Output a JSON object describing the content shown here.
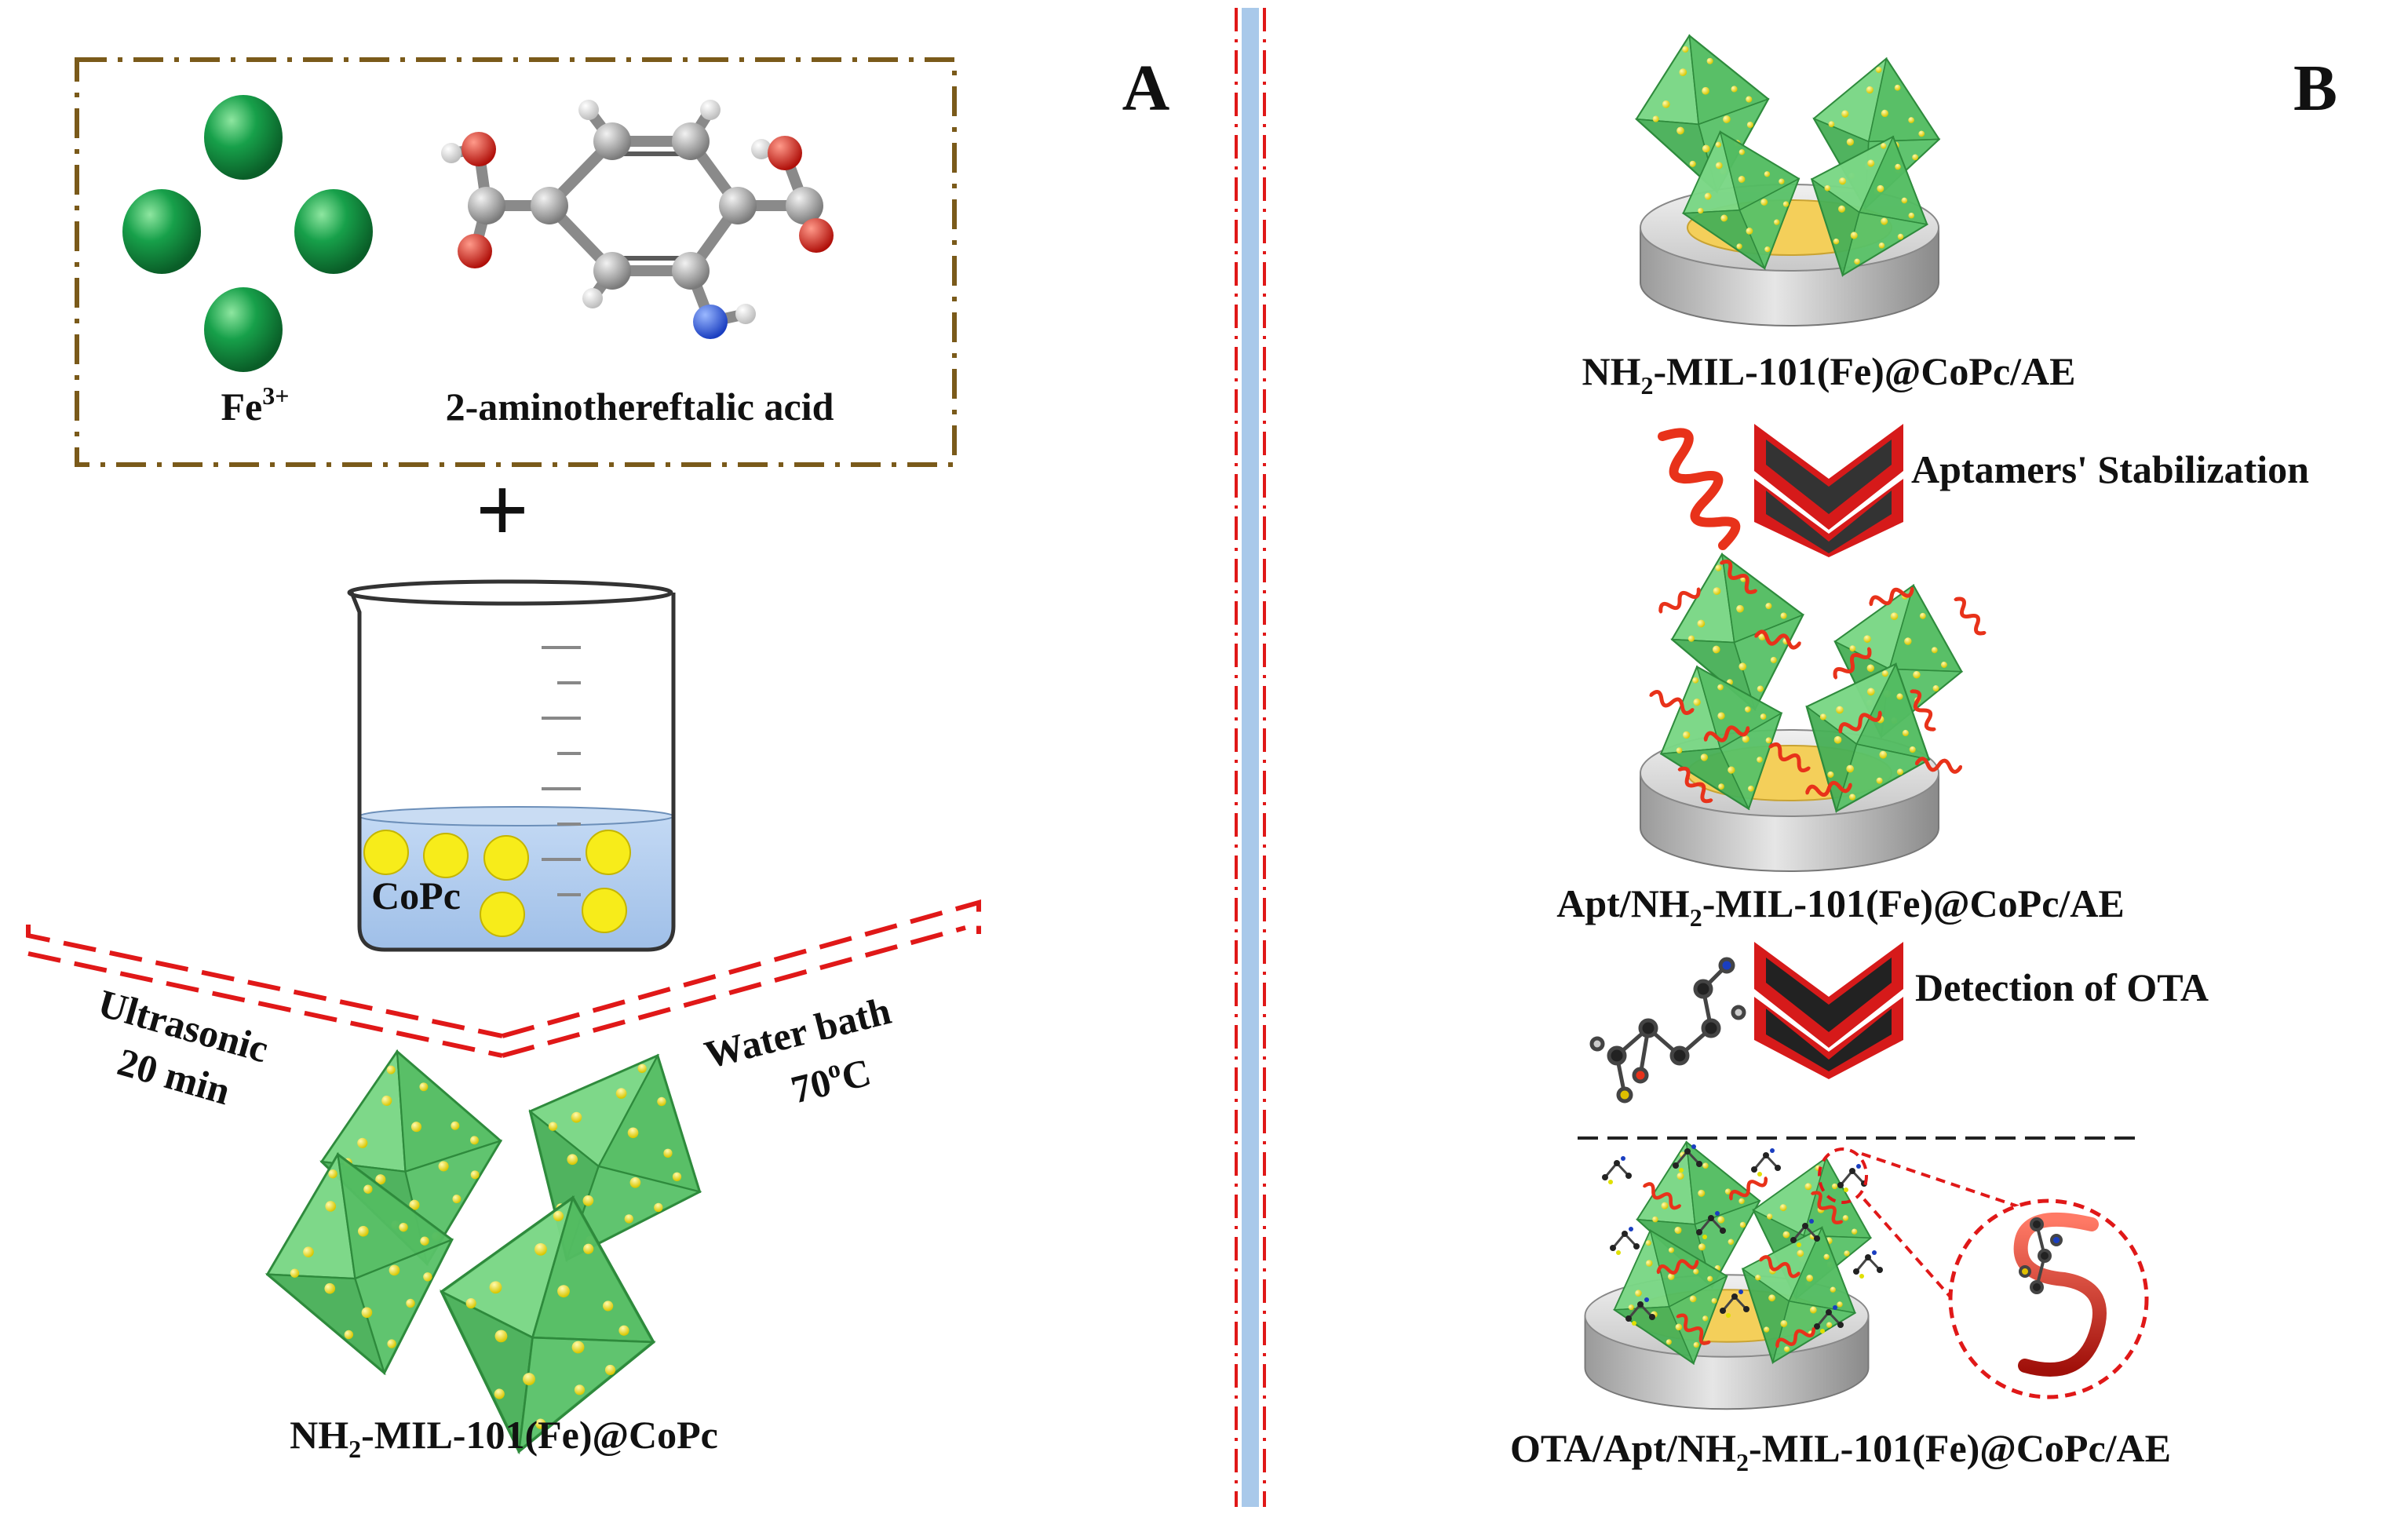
{
  "panels": {
    "a": {
      "letter": "A"
    },
    "b": {
      "letter": "B"
    }
  },
  "reactants": {
    "metal_ion": {
      "base": "Fe",
      "sup": "3+"
    },
    "linker": "2-aminothereftalic acid",
    "plus": "+"
  },
  "beaker": {
    "content_label": "CoPc"
  },
  "conditions": {
    "left": {
      "line1": "Ultrasonic",
      "line2": "20 min"
    },
    "right": {
      "line1": "Water bath",
      "line2_value": "70",
      "line2_sup": "o",
      "line2_unit": "C"
    }
  },
  "product_a": {
    "pre": "NH",
    "sub": "2",
    "post": "-MIL-101(Fe)@CoPc"
  },
  "electrodes": {
    "e1": {
      "pre": "NH",
      "sub": "2",
      "post": "-MIL-101(Fe)@CoPc/AE"
    },
    "e2": {
      "pre": "Apt/NH",
      "sub": "2",
      "post": "-MIL-101(Fe)@CoPc/AE"
    },
    "e3": {
      "pre": "OTA/Apt/NH",
      "sub": "2",
      "post": "-MIL-101(Fe)@CoPc/AE"
    }
  },
  "steps": {
    "s1": "Aptamers' Stabilization",
    "s2": "Detection of OTA"
  },
  "colors": {
    "box_border": "#7a5a1a",
    "crystal": "#5cc468",
    "crystal_edge": "#2e8a3c",
    "dot": "#f2e21c",
    "ion": "#17a04a",
    "water": "#a9c7ee",
    "cobalt_pc": "#f7ec1a",
    "aptamer": "#e8321a",
    "arrow_dark": "#333333",
    "arrow_red": "#d61a1a",
    "divider_blue": "#a9c9ea",
    "divider_red": "#e01818",
    "electrode_gray": "#cfcfcf",
    "electrode_gold": "#f4cf5a"
  }
}
